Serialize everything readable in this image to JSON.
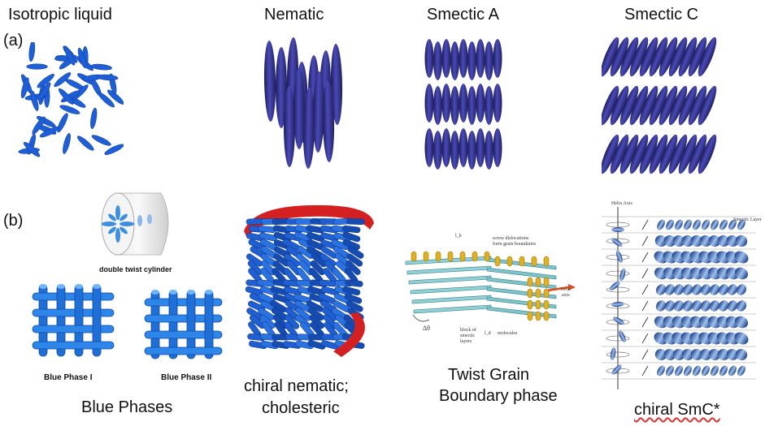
{
  "row_a": {
    "marker": "(a)",
    "titles": {
      "isotropic": "Isotropic liquid",
      "nematic": "Nematic",
      "smectic_a": "Smectic A",
      "smectic_c": "Smectic C"
    }
  },
  "row_b": {
    "marker": "(b)",
    "blue_phases": {
      "cylinder_label": "double twist cylinder",
      "bp1_label": "Blue Phase I",
      "bp2_label": "Blue Phase II",
      "caption": "Blue Phases"
    },
    "cholesteric": {
      "caption_line1": "chiral nematic;",
      "caption_line2": "cholesteric"
    },
    "tgb": {
      "caption_line1": "Twist Grain",
      "caption_line2": "Boundary phase",
      "annotations": {
        "screw": "screw dislocations",
        "grain": "form grain boundaries",
        "twist": "twist",
        "axis": "axis",
        "block1": "block of",
        "block2": "smectic",
        "block3": "layers",
        "molecules": "molecules",
        "dtheta": "Δθ",
        "lb": "l_b",
        "ld": "l_d"
      }
    },
    "smc_star": {
      "caption": "chiral SmC*",
      "helix_axis": "Helix Axis",
      "smectic_layer": "Smectic Layer"
    }
  },
  "colors": {
    "ellipsoid_dark": "#2a2a7a",
    "ellipsoid_mid": "#3c3ca0",
    "isotropic_blue": "#1e5fd8",
    "cylinder_blue": "#1f6fd6",
    "ribbon_red": "#d42020",
    "tgb_slab": "#8fd1d6",
    "tgb_molecule": "#e0b020"
  }
}
